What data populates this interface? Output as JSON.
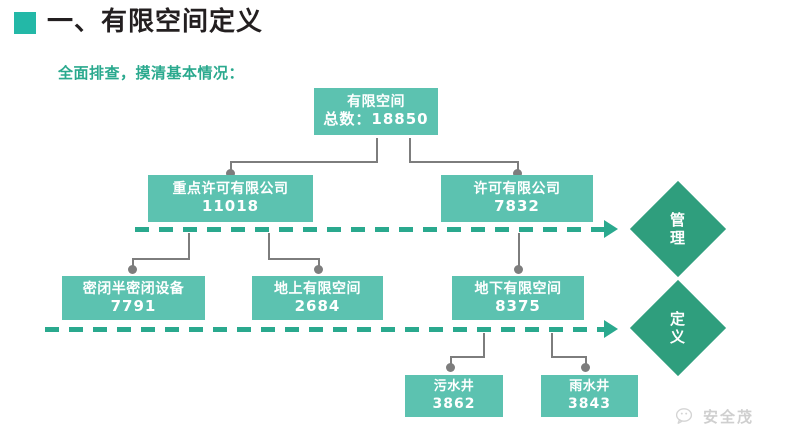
{
  "header": {
    "bullet_color": "#23b8a7",
    "title": "一、有限空间定义",
    "subtitle": "全面排查，摸清基本情况："
  },
  "palette": {
    "node_fill": "#5cc2b0",
    "diamond_fill": "#2f9e7d",
    "dash_color": "#2aa98e",
    "connector_color": "#7d7d7d",
    "text_color": "#ffffff"
  },
  "diagram": {
    "type": "tree",
    "nodes": [
      {
        "id": "root",
        "label": "有限空间",
        "value": "总数：18850"
      },
      {
        "id": "key-co",
        "label": "重点许可有限公司",
        "value": "11018"
      },
      {
        "id": "lic-co",
        "label": "许可有限公司",
        "value": "7832"
      },
      {
        "id": "enclosed",
        "label": "密闭半密闭设备",
        "value": "7791"
      },
      {
        "id": "above",
        "label": "地上有限空间",
        "value": "2684"
      },
      {
        "id": "below",
        "label": "地下有限空间",
        "value": "8375"
      },
      {
        "id": "sewage",
        "label": "污水井",
        "value": "3862"
      },
      {
        "id": "rain",
        "label": "雨水井",
        "value": "3843"
      }
    ],
    "edges": [
      {
        "from": "root",
        "to": "key-co"
      },
      {
        "from": "root",
        "to": "lic-co"
      },
      {
        "from": "key-co",
        "to": "enclosed"
      },
      {
        "from": "key-co",
        "to": "above"
      },
      {
        "from": "lic-co",
        "to": "below"
      },
      {
        "from": "below",
        "to": "sewage"
      },
      {
        "from": "below",
        "to": "rain"
      }
    ],
    "bands": [
      {
        "id": "manage",
        "label_line1": "管",
        "label_line2": "理"
      },
      {
        "id": "define",
        "label_line1": "定",
        "label_line2": "义"
      }
    ]
  },
  "watermark": {
    "icon": "wechat-icon",
    "text": "安全茂"
  }
}
